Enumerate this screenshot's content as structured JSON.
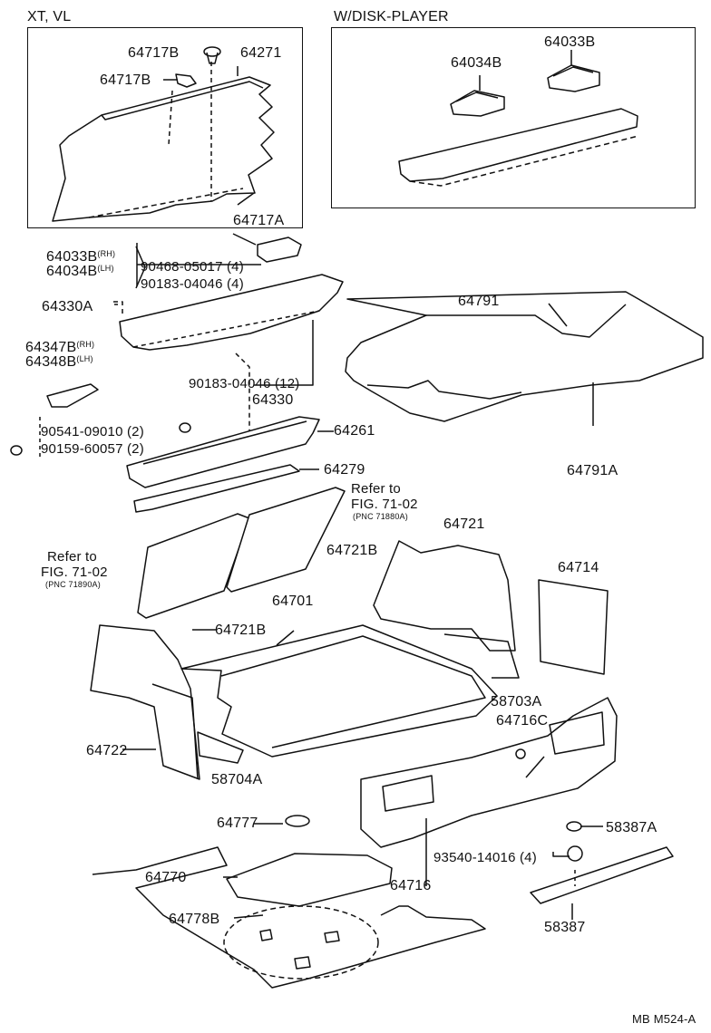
{
  "sections": {
    "xt_vl": "XT, VL",
    "disk_player": "W/DISK-PLAYER"
  },
  "labels": {
    "p64717B_a": "64717B",
    "p64717B_b": "64717B",
    "p64271": "64271",
    "p64717A": "64717A",
    "p64034B": "64034B",
    "p64033B": "64033B",
    "p64033B_rh": "64033B",
    "rh": "(RH)",
    "p64034B_lh": "64034B",
    "lh": "(LH)",
    "p90468": "90468-05017 (4)",
    "p90183_4": "90183-04046 (4)",
    "p64330A": "64330A",
    "p64791": "64791",
    "p64347B": "64347B",
    "rh2": "(RH)",
    "p64348B": "64348B",
    "lh2": "(LH)",
    "p90183_12": "90183-04046 (12)",
    "p64330": "64330",
    "p90541": "90541-09010 (2)",
    "p90159": "90159-60057 (2)",
    "p64261": "64261",
    "p64791A": "64791A",
    "p64279": "64279",
    "refer_right_1": "Refer to",
    "refer_right_2": "FIG. 71-02",
    "refer_right_3": "(PNC 71880A)",
    "p64721": "64721",
    "p64721B_a": "64721B",
    "refer_left_1": "Refer to",
    "refer_left_2": "FIG. 71-02",
    "refer_left_3": "(PNC 71890A)",
    "p64714": "64714",
    "p64701": "64701",
    "p64721B_b": "64721B",
    "p58703A": "58703A",
    "p64716C": "64716C",
    "p64722": "64722",
    "p58704A": "58704A",
    "p64777": "64777",
    "p58387A": "58387A",
    "p64770": "64770",
    "p93540": "93540-14016 (4)",
    "p64716": "64716",
    "p64778B": "64778B",
    "p58387": "58387",
    "drawing_code": "MB M524-A"
  }
}
